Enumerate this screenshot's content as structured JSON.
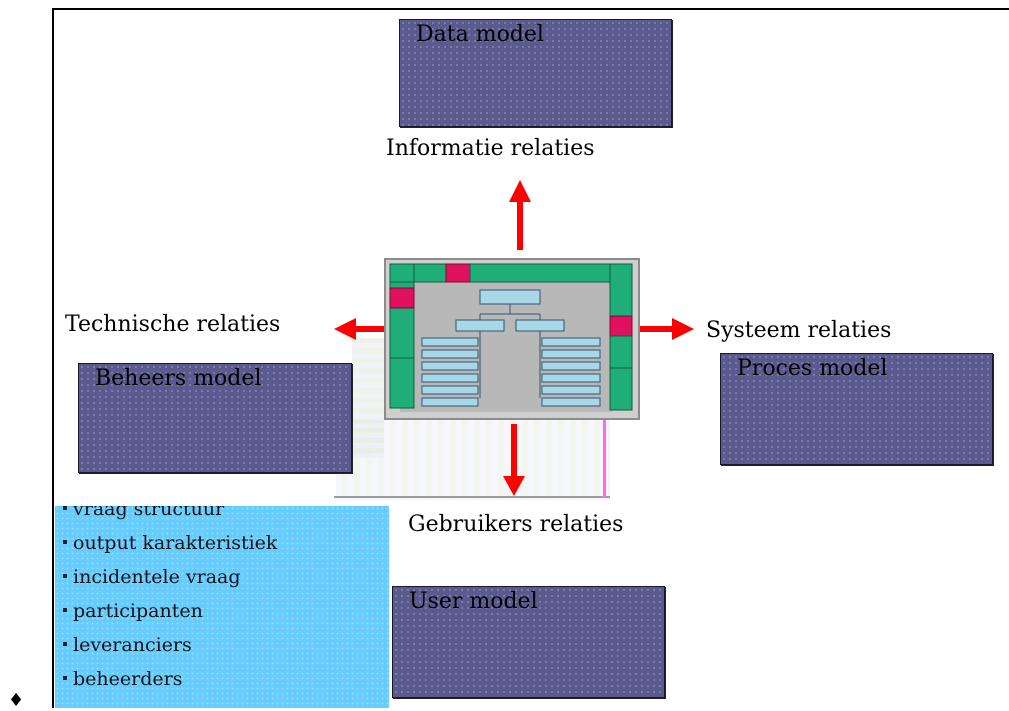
{
  "boxes": {
    "data_model": "Data model",
    "beheers_model": "Beheers model",
    "proces_model": "Proces model",
    "user_model": "User model"
  },
  "relations": {
    "informatie": "Informatie relaties",
    "technische": "Technische relaties",
    "systeem": "Systeem relaties",
    "gebruikers": "Gebruikers relaties"
  },
  "list_items": [
    "vraag structuur",
    "output karakteristiek",
    "incidentele vraag",
    "participanten",
    "leveranciers",
    "beheerders"
  ],
  "outer_bullet": "♦",
  "colors": {
    "model_box": "#5a5a8e",
    "arrow": "#ff0000",
    "list_panel": "#66ccff",
    "graphic_teal": "#1fae7a",
    "graphic_magenta": "#e0115f",
    "graphic_gray": "#bdbdbd"
  }
}
